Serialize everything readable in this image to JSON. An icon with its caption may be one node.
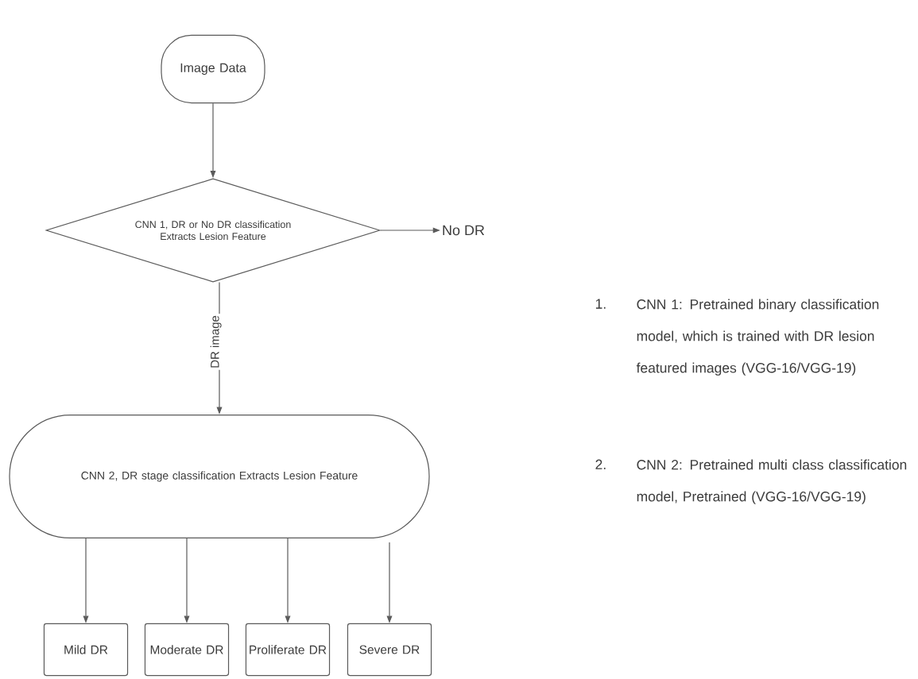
{
  "diagram": {
    "nodes": [
      {
        "text": [
          "Image Data"
        ]
      },
      {
        "text": [
          "CNN 1, DR or No DR classification Extracts Lesion Feature"
        ]
      },
      {
        "text": [
          "No DR"
        ]
      },
      {
        "text": [
          "CNN 2, DR stage classification Extracts Lesion Feature"
        ]
      },
      {
        "text": [
          "Mild DR"
        ]
      },
      {
        "text": [
          "Moderate DR"
        ]
      },
      {
        "text": [
          "Proliferate DR"
        ]
      },
      {
        "text": [
          "Severe DR"
        ]
      }
    ],
    "edges": [
      {
        "from": 0,
        "to": 1,
        "arrow": "to"
      },
      {
        "from": 1,
        "to": 2,
        "arrow": "to"
      },
      {
        "from": 1,
        "to": 3,
        "arrow": "to",
        "label": "DR image"
      },
      {
        "from": 3,
        "to": 4,
        "arrow": "to"
      },
      {
        "from": 3,
        "to": 5,
        "arrow": "to"
      },
      {
        "from": 3,
        "to": 6,
        "arrow": "to"
      },
      {
        "from": 3,
        "to": 7,
        "arrow": "to"
      }
    ],
    "labels": [
      "1.",
      "CNN 1: Pretrained binary classification model, which is trained with DR lesion featured images (VGG-16/VGG-19)",
      "2.",
      "CNN 2: Pretrained multi class classification model, Pretrained (VGG-16/VGG-19)"
    ]
  }
}
